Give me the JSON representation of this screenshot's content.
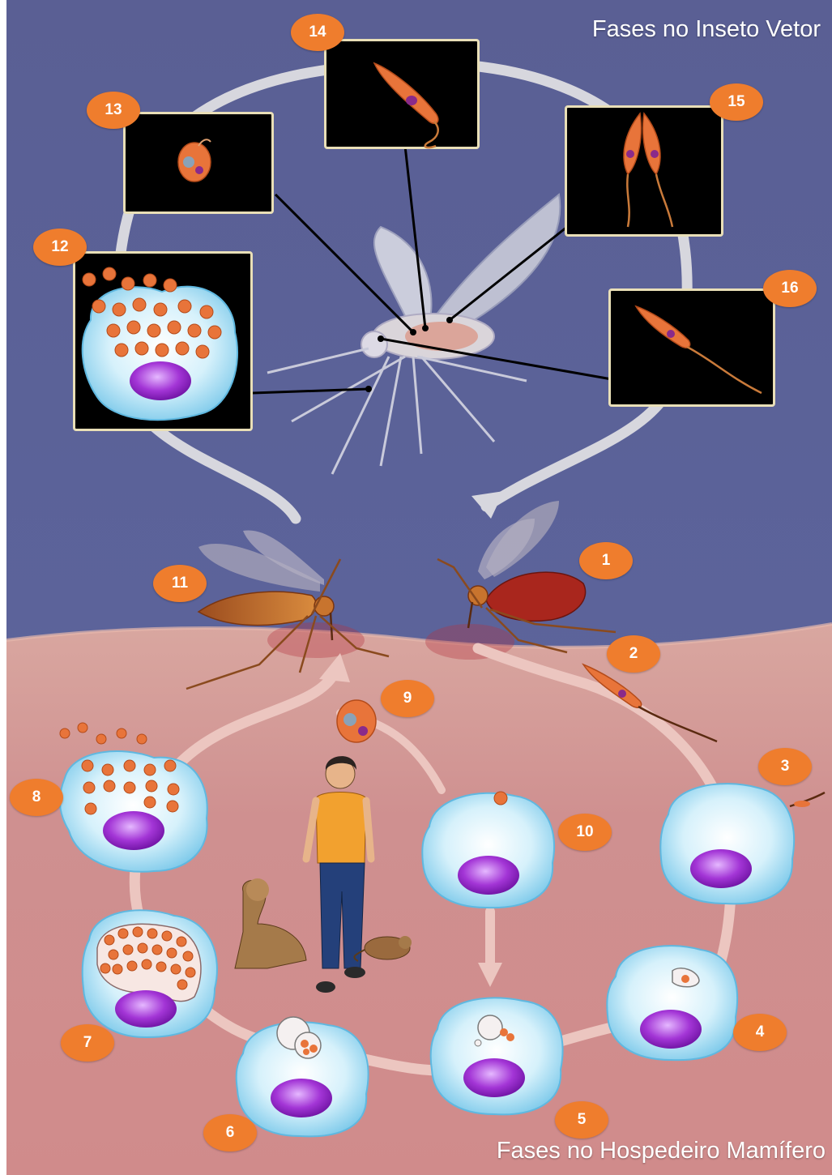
{
  "titles": {
    "vector_phase": "Fases no Inseto Vetor",
    "host_phase": "Fases no Hospedeiro Mamífero"
  },
  "stages": [
    "1",
    "2",
    "3",
    "4",
    "5",
    "6",
    "7",
    "8",
    "9",
    "10",
    "11",
    "12",
    "13",
    "14",
    "15",
    "16"
  ],
  "colors": {
    "sky": "#5b6296",
    "skin": "#cf8e8e",
    "badge": "#ef7d2d",
    "inset_border": "#e9dfb7",
    "cell": "#bfe7f7",
    "nucleus": "#9a28c9",
    "parasite": "#e8743a"
  },
  "icons": [
    "mosquito-icon",
    "cell-icon",
    "nucleus-icon",
    "parasite-icon",
    "person-icon",
    "dog-icon",
    "rodent-icon",
    "arrow-icon"
  ]
}
